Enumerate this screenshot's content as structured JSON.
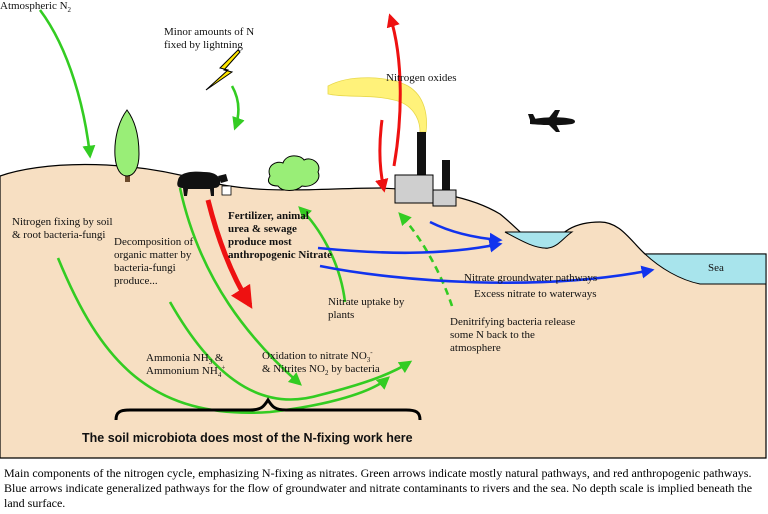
{
  "labels": {
    "atmospheric_n2": "Atmospheric N",
    "atmospheric_n2_sub": "2",
    "lightning": "Minor amounts of N fixed by lightning",
    "nitrogen_oxides": "Nitrogen oxides",
    "nitrogen_fixing": "Nitrogen fixing by soil & root bacteria-fungi",
    "decomposition": "Decomposition of organic matter by bacteria-fungi produce...",
    "fertilizer": "Fertilizer, animal urea & sewage produce most anthropogenic Nitrate",
    "nitrate_uptake": "Nitrate uptake by plants",
    "sea": "Sea",
    "groundwater_pathways": "Nitrate groundwater pathways",
    "excess_nitrate": "Excess nitrate to waterways",
    "denitrifying": "Denitrifying bacteria release some N back to the atmosphere",
    "ammonia_a": "Ammonia NH",
    "ammonia_sub": "3",
    "ammonia_b": " &",
    "ammonium_a": "Ammonium NH",
    "ammonium_sub": "4",
    "ammonium_sup": "+",
    "oxidation_a": "Oxidation to nitrate NO",
    "oxidation_sub": "3",
    "oxidation_sup": "-",
    "nitrites_a": "& Nitrites NO",
    "nitrites_sub": "2",
    "nitrites_b": " by bacteria",
    "soil_microbiota": "The soil microbiota does most of the N-fixing work here"
  },
  "caption": "Main components of the nitrogen cycle, emphasizing N-fixing as nitrates. Green arrows indicate mostly natural pathways, and red anthropogenic pathways.  Blue arrows indicate generalized pathways for the flow of groundwater and nitrate contaminants to rivers and the sea.  No depth scale is implied beneath the land surface.",
  "colors": {
    "land": "#f7dfc2",
    "water": "#a8e4ec",
    "natural_arrow": "#33cc22",
    "anthropogenic_arrow": "#ee1111",
    "groundwater_arrow": "#1133ee",
    "smoke": "#fff27a",
    "tree": "#99ee77",
    "factory": "#cfcfcf"
  },
  "icons": [
    "lightning-icon",
    "tree-icon",
    "cow-icon",
    "bush-icon",
    "factory-icon",
    "airplane-icon",
    "smoke-plume"
  ]
}
